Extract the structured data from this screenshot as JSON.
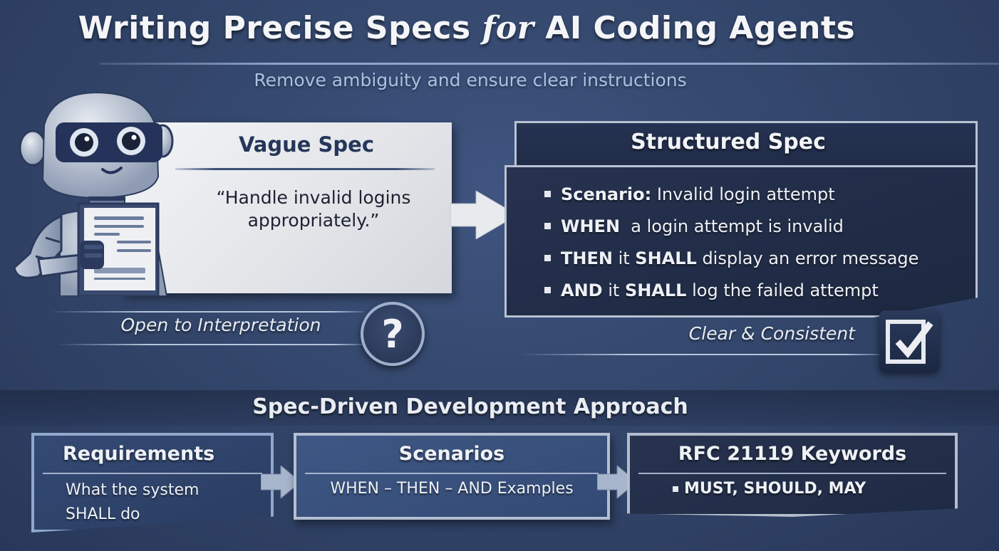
{
  "header": {
    "title_part1": "Writing Precise Specs ",
    "title_emphasis": "for",
    "title_part2": " AI Coding Agents",
    "subtitle": "Remove ambiguity and ensure clear instructions"
  },
  "illustration": {
    "robot": "robot-holding-document-icon"
  },
  "vague_spec": {
    "title": "Vague Spec",
    "quote": "“Handle invalid logins appropriately.”",
    "caption": "Open to Interpretation",
    "icon": "question-mark-icon"
  },
  "structured_spec": {
    "title": "Structured Spec",
    "items": [
      {
        "keyword": "Scenario:",
        "rest": " Invalid login attempt"
      },
      {
        "keyword": "WHEN",
        "rest": "  a login attempt is invalid"
      },
      {
        "keyword": "THEN",
        "mid": " it ",
        "keyword2": "SHALL",
        "rest": " display an error message"
      },
      {
        "keyword": "AND",
        "mid": " it ",
        "keyword2": "SHALL",
        "rest": " log the failed attempt"
      }
    ],
    "caption": "Clear & Consistent",
    "icon": "checkbox-checked-icon"
  },
  "approach": {
    "title": "Spec-Driven Development Approach",
    "steps": [
      {
        "title": "Requirements",
        "description": "What the system SHALL do"
      },
      {
        "title": "Scenarios",
        "description": "WHEN – THEN – AND Examples"
      },
      {
        "title": "RFC 21119 Keywords",
        "description": "MUST, SHOULD, MAY"
      }
    ]
  },
  "colors": {
    "background": "#34476c",
    "vague_card": "#e4e6ea",
    "structured_card": "#222d48",
    "accent_light": "#a8c3e2",
    "title_text": "#f4f5f8"
  }
}
